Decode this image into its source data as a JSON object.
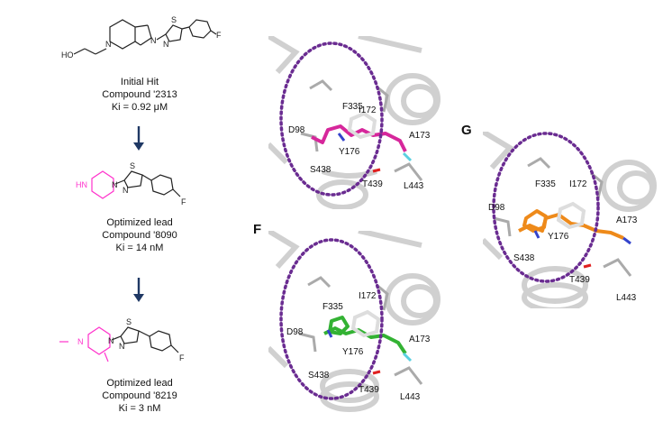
{
  "compounds": [
    {
      "line1": "Initial Hit",
      "line2": "Compound '2313",
      "line3": "Ki = 0.92 μM",
      "atoms": {
        "ho": "HO",
        "n1": "N",
        "n2": "N",
        "n3": "N",
        "s": "S",
        "f": "F"
      }
    },
    {
      "line1": "Optimized lead",
      "line2": "Compound '8090",
      "line3": "Ki = 14 nM",
      "atoms": {
        "hn": "HN",
        "n1": "N",
        "n3": "N",
        "s": "S",
        "f": "F"
      }
    },
    {
      "line1": "Optimized lead",
      "line2": "Compound '8219",
      "line3": "Ki = 3 nM",
      "atoms": {
        "n0": "N",
        "n1": "N",
        "n3": "N",
        "s": "S",
        "f": "F"
      }
    }
  ],
  "panels": {
    "E": {
      "letter": "",
      "residues": [
        "I172",
        "F335",
        "D98",
        "A173",
        "Y176",
        "S438",
        "T439",
        "L443"
      ]
    },
    "F": {
      "letter": "F",
      "residues": [
        "I172",
        "F335",
        "D98",
        "A173",
        "Y176",
        "S438",
        "T439",
        "L443"
      ]
    },
    "G": {
      "letter": "G",
      "residues": [
        "F335",
        "I172",
        "D98",
        "A173",
        "Y176",
        "S438",
        "T439",
        "L443"
      ]
    }
  },
  "colors": {
    "arrow": "#1f3864",
    "dashed_pocket": "#6a2c91",
    "ligand_E": "#d6279b",
    "ligand_F": "#33b233",
    "ligand_G": "#ee8a1a",
    "magenta_fragment": "#ff33cc",
    "protein": "#c8c8c8"
  }
}
